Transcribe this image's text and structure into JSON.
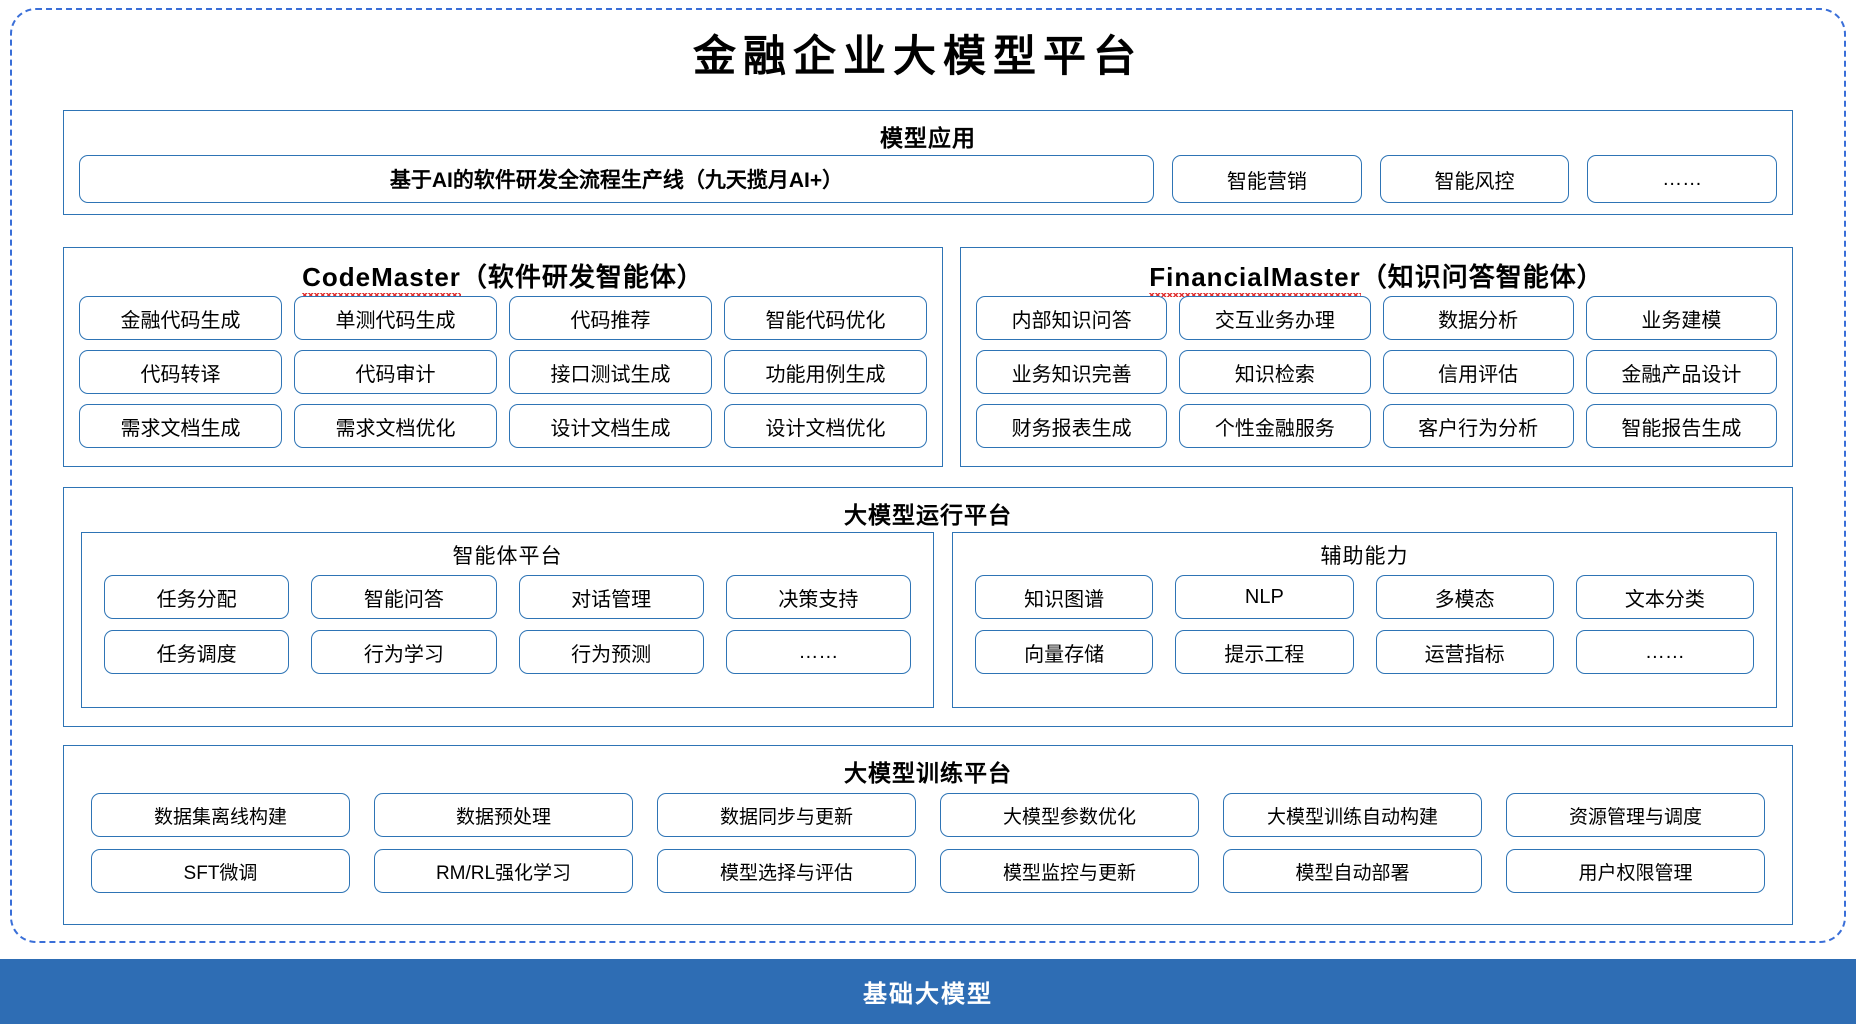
{
  "title": "金融企业大模型平台",
  "model_application": {
    "heading": "模型应用",
    "primary_item": "基于AI的软件研发全流程生产线（九天揽月AI+）",
    "items": [
      "智能营销",
      "智能风控",
      "……"
    ]
  },
  "code_master": {
    "name": "CodeMaster",
    "suffix": "（软件研发智能体）",
    "items": [
      "金融代码生成",
      "单测代码生成",
      "代码推荐",
      "智能代码优化",
      "代码转译",
      "代码审计",
      "接口测试生成",
      "功能用例生成",
      "需求文档生成",
      "需求文档优化",
      "设计文档生成",
      "设计文档优化"
    ]
  },
  "financial_master": {
    "name": "FinancialMaster",
    "suffix": "（知识问答智能体）",
    "items": [
      "内部知识问答",
      "交互业务办理",
      "数据分析",
      "业务建模",
      "业务知识完善",
      "知识检索",
      "信用评估",
      "金融产品设计",
      "财务报表生成",
      "个性金融服务",
      "客户行为分析",
      "智能报告生成"
    ]
  },
  "runtime_platform": {
    "heading": "大模型运行平台",
    "agent_platform": {
      "heading": "智能体平台",
      "items": [
        "任务分配",
        "智能问答",
        "对话管理",
        "决策支持",
        "任务调度",
        "行为学习",
        "行为预测",
        "……"
      ]
    },
    "assist_capability": {
      "heading": "辅助能力",
      "items": [
        "知识图谱",
        "NLP",
        "多模态",
        "文本分类",
        "向量存储",
        "提示工程",
        "运营指标",
        "……"
      ]
    }
  },
  "training_platform": {
    "heading": "大模型训练平台",
    "items": [
      "数据集离线构建",
      "数据预处理",
      "数据同步与更新",
      "大模型参数优化",
      "大模型训练自动构建",
      "资源管理与调度",
      "SFT微调",
      "RM/RL强化学习",
      "模型选择与评估",
      "模型监控与更新",
      "模型自动部署",
      "用户权限管理"
    ]
  },
  "base_model": {
    "label": "基础大模型"
  },
  "colors": {
    "border_blue": "#2E74B5",
    "dashed_blue": "#3a6fd8",
    "base_bar_blue": "#2E6DB4",
    "spellcheck_red": "#e03030"
  }
}
